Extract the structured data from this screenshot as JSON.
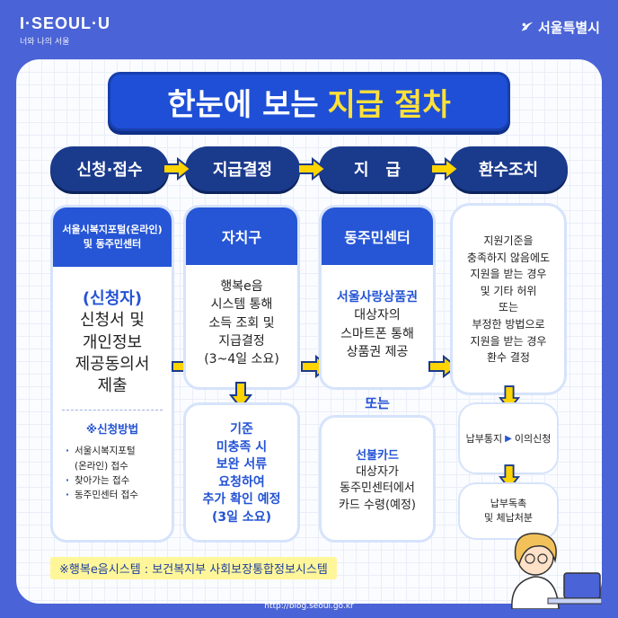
{
  "header": {
    "brand_logo": "I·SEOUL·U",
    "brand_tagline": "너와 나의 서울",
    "org": "서울특별시"
  },
  "title": {
    "part1": "한눈에 보는",
    "part2": "지급 절차"
  },
  "steps": [
    "신청·접수",
    "지급결정",
    "지   급",
    "환수조치"
  ],
  "col1": {
    "header": "서울시복지포털(온라인)\n및 동주민센터",
    "role": "(신청자)",
    "text": "신청서 및\n개인정보\n제공동의서\n제출",
    "method_title": "※신청방법",
    "methods": [
      "서울시복지포털\n(온라인) 접수",
      "찾아가는 접수",
      "동주민센터 접수"
    ]
  },
  "col2": {
    "header": "자치구",
    "text": "행복e음\n시스템 통해\n소득 조회 및\n지급결정\n(3~4일 소요)",
    "sub": "기준\n미충족 시\n보완 서류\n요청하여\n추가 확인 예정\n(3일 소요)"
  },
  "col3": {
    "header": "동주민센터",
    "highlight": "서울사랑상품권",
    "text": "대상자의\n스마트폰 통해\n상품권 제공",
    "or": "또는",
    "sub_highlight": "선불카드",
    "sub_text": "대상자가\n동주민센터에서\n카드 수령(예정)"
  },
  "col4": {
    "text": "지원기준을\n충족하지 않음에도\n지원을 받는 경우\n및 기타 허위\n또는\n부정한 방법으로\n지원을 받는 경우\n환수 결정",
    "notice": "납부통지",
    "appeal": "이의신청",
    "final": "납부독촉\n및 체납처분"
  },
  "note": "※행복e음시스템 : 보건복지부 사회보장통합정보시스템",
  "url": "http://blog.seoul.go.kr",
  "colors": {
    "background": "#4a63d6",
    "primary": "#2656d6",
    "dark": "#1a3a8c",
    "accent_yellow": "#ffe13a",
    "arrow": "#ffd400"
  }
}
